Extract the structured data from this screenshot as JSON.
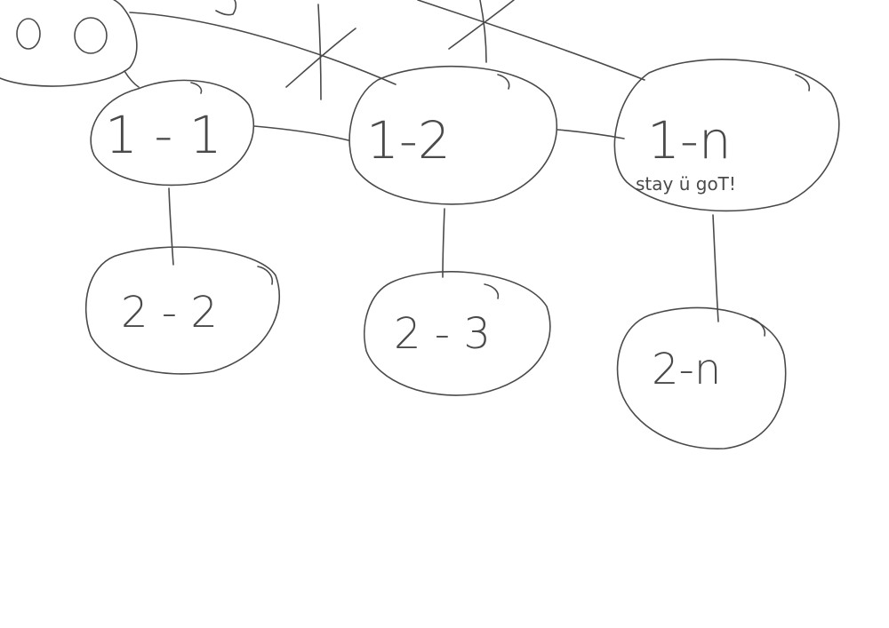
{
  "diagram": {
    "nodes": [
      {
        "id": "partial-top-left",
        "label": "O O"
      },
      {
        "id": "1-1",
        "label": "1 - 1",
        "note": ""
      },
      {
        "id": "1-2",
        "label": "1-2",
        "note": ""
      },
      {
        "id": "1-n",
        "label": "1-n",
        "note": "stay ü goT!"
      },
      {
        "id": "2-2",
        "label": "2 - 2"
      },
      {
        "id": "2-3",
        "label": "2 - 3"
      },
      {
        "id": "2-n",
        "label": "2-n"
      }
    ],
    "top_arrow_mark": "2",
    "stroke_color": "#4a4a4a",
    "background": "#ffffff"
  }
}
